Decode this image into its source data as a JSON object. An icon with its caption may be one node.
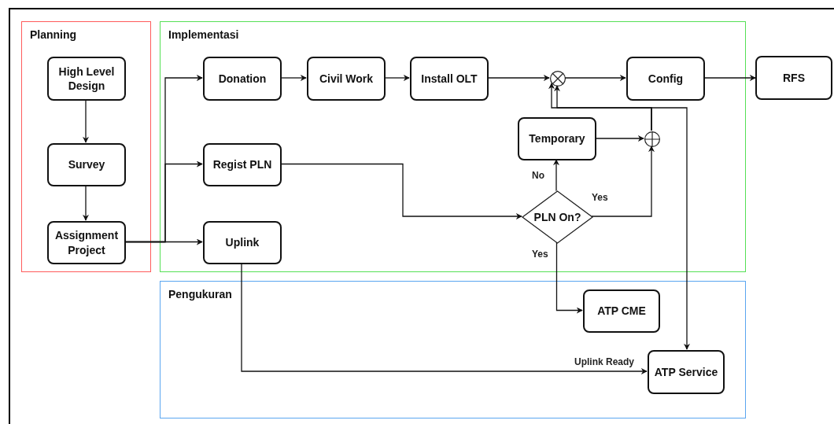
{
  "diagram": {
    "nodes": [
      {
        "text": [
          "Planning"
        ]
      },
      {
        "text": [
          "High Level Design"
        ],
        "in": 0
      },
      {
        "text": [
          "Survey"
        ],
        "in": 0
      },
      {
        "text": [
          "Assignment Project"
        ],
        "in": 0
      },
      {
        "text": [
          "Implementasi"
        ]
      },
      {
        "text": [
          "Donation"
        ],
        "in": 4
      },
      {
        "text": [
          "Civil Work"
        ],
        "in": 4
      },
      {
        "text": [
          "Install OLT"
        ],
        "in": 4
      },
      {
        "text": [],
        "shape": "circle",
        "in": 4
      },
      {
        "text": [
          "Config"
        ],
        "in": 4
      },
      {
        "text": [
          "RFS"
        ]
      },
      {
        "text": [
          "Temporary"
        ],
        "in": 4
      },
      {
        "text": [],
        "shape": "circle",
        "in": 4
      },
      {
        "text": [
          "Regist PLN"
        ],
        "in": 4
      },
      {
        "text": [
          "PLN On?"
        ],
        "in": 4
      },
      {
        "text": [
          "Uplink"
        ],
        "in": 4
      },
      {
        "text": [
          "Pengukuran"
        ]
      },
      {
        "text": [
          "ATP CME"
        ],
        "in": 16
      },
      {
        "text": [
          "ATP Service"
        ],
        "in": 16
      }
    ],
    "edges": [
      {
        "from": 1,
        "to": 2,
        "arrow": "to"
      },
      {
        "from": 2,
        "to": 3,
        "arrow": "to"
      },
      {
        "from": 3,
        "to": 5,
        "arrow": "to"
      },
      {
        "from": 3,
        "to": 13,
        "arrow": "to"
      },
      {
        "from": 3,
        "to": 15,
        "arrow": "to"
      },
      {
        "from": 5,
        "to": 6,
        "arrow": "to"
      },
      {
        "from": 6,
        "to": 7,
        "arrow": "to"
      },
      {
        "from": 7,
        "to": 8,
        "arrow": "to"
      },
      {
        "from": 8,
        "to": 9,
        "arrow": "to"
      },
      {
        "from": 9,
        "to": 10,
        "arrow": "to"
      },
      {
        "from": 13,
        "to": 14,
        "arrow": "to"
      },
      {
        "from": 14,
        "to": 11,
        "arrow": "to",
        "label": "No"
      },
      {
        "from": 14,
        "to": 12,
        "arrow": "to",
        "label": "Yes"
      },
      {
        "from": 11,
        "to": 12,
        "arrow": "to"
      },
      {
        "from": 12,
        "to": 8,
        "arrow": "to"
      },
      {
        "from": 12,
        "to": 8,
        "arrow": "to"
      },
      {
        "from": 12,
        "to": 18,
        "arrow": "to"
      },
      {
        "from": 14,
        "to": 17,
        "arrow": "to",
        "label": "Yes"
      },
      {
        "from": 15,
        "to": 18,
        "arrow": "to",
        "label": "Uplink Ready"
      }
    ]
  }
}
